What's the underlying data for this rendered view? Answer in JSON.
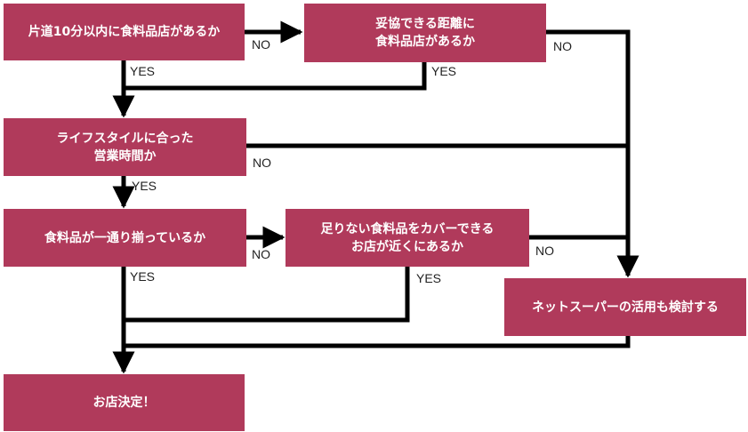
{
  "nodes": {
    "q_within_10min": "片道10分以内に食料品店があるか",
    "q_acceptable_distance": "妥協できる距離に\n食料品店があるか",
    "q_business_hours": "ライフスタイルに合った\n営業時間か",
    "q_assortment": "食料品が一通り揃っているか",
    "q_supplement": "足りない食料品をカバーできる\nお店が近くにあるか",
    "r_net_super": "ネットスーパーの活用も検討する",
    "r_decided": "お店決定！"
  },
  "labels": {
    "yes": "YES",
    "no": "NO"
  },
  "colors": {
    "box": "#b03a5b",
    "line": "#000000"
  }
}
